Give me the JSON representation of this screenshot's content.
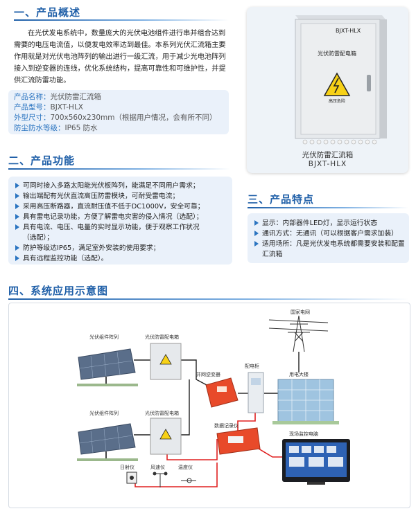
{
  "overview": {
    "title": "一、产品概述",
    "paragraph": "在光伏发电系统中，数量庞大的光伏电池组件进行串并组合达到需要的电压电流值，以便发电效率达到最佳。本系列光伏汇流箱主要作用就是对光伏电池阵列的输出进行一级汇流，用于减少光电池阵列接入到逆变器的连线，优化系统结构，提高可靠性和可维护性，并提供汇流防雷功能。",
    "specs": [
      {
        "key": "产品名称：",
        "value": "光伏防雷汇流箱"
      },
      {
        "key": "产品型号：",
        "value": "BJXT-HLX"
      },
      {
        "key": "外型尺寸：",
        "value": "700x560x230mm（根据用户情况，会有所不同）"
      },
      {
        "key": "防尘防水等级：",
        "value": "IP65  防水"
      }
    ]
  },
  "product_image": {
    "box_model": "BJXT-HLX",
    "box_name": "光伏防雷配电箱",
    "warning_text": "高压危险",
    "caption_name": "光伏防雷汇流箱",
    "caption_model": "BJXT-HLX"
  },
  "functions": {
    "title": "二、产品功能",
    "items": [
      "可同时接入多路太阳能光伏板阵列，能满足不同用户需求；",
      "输出端配有光伏直流高压防雷模块，可耐受雷电流；",
      "采用高压断路器，直流耐压值不低于DC1000V，安全可靠；",
      "具有雷电记录功能，方便了解雷电灾害的侵入情况（选配）；",
      "具有电流、电压、电量的实时显示功能，便于观察工作状况（选配）；",
      "防护等级达IP65，满足室外安装的使用要求；",
      "具有远程监控功能（选配）。"
    ]
  },
  "features": {
    "title": "三、产品特点",
    "items": [
      "显示：内部器件LED灯，显示运行状态",
      "通讯方式：无通讯（可以根据客户需求加装）",
      "适用场所：凡是光伏发电系统都需要安装和配置汇流箱"
    ]
  },
  "diagram": {
    "title": "四、系统应用示意图",
    "labels": {
      "pv_array_1": "光伏组件阵列",
      "combiner_1": "光伏防雷配电箱",
      "pv_array_2": "光伏组件阵列",
      "combiner_2": "光伏防雷配电箱",
      "inverter": "并网逆变器",
      "cabinet": "配电柜",
      "grid": "国家电网",
      "building": "用电大楼",
      "logger": "数据记录仪",
      "monitor": "现场监控电脑",
      "irradiance": "日射仪",
      "wind": "风速仪",
      "temperature": "温度仪"
    }
  }
}
